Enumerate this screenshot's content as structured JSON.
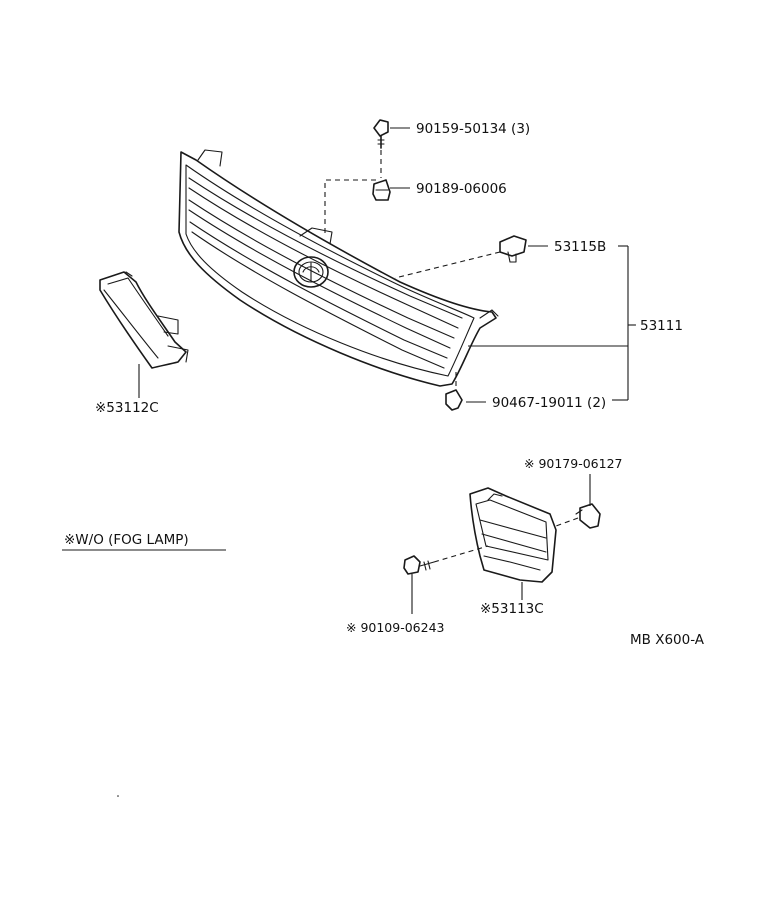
{
  "diagram_title": "MB X600-A",
  "legend_note": "※W/O (FOG LAMP)",
  "callouts": {
    "bolt_top": "90159-50134 (3)",
    "nut_top": "90189-06006",
    "bracket_right": "53115B",
    "grille_assy": "53111",
    "clip_bottom": "90467-19011 (2)",
    "cover_left": "※53112C",
    "clip_fog": "※ 90179-06127",
    "cover_right": "※53113C",
    "screw_fog": "※ 90109-06243"
  }
}
